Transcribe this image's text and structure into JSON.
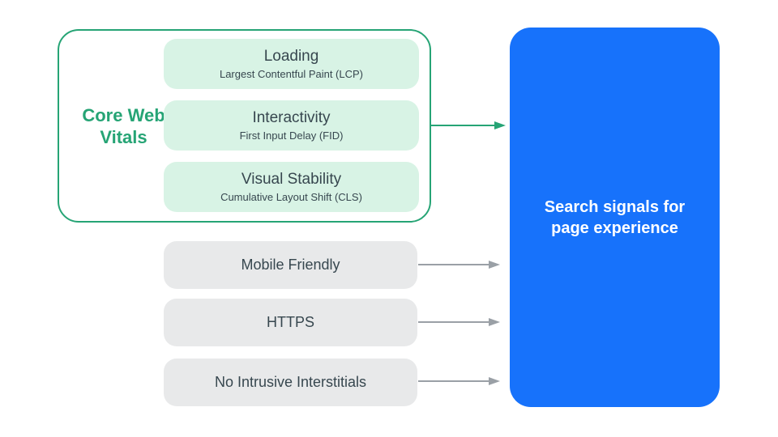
{
  "colors": {
    "green": "#26a475",
    "mint": "#d8f3e5",
    "pill-gray": "#e8e9ea",
    "arrow-gray": "#9aa0a6",
    "blue": "#1772fb",
    "text-dark": "#37474f"
  },
  "core_web_vitals": {
    "label": "Core Web Vitals",
    "items": [
      {
        "title": "Loading",
        "subtitle": "Largest Contentful Paint (LCP)"
      },
      {
        "title": "Interactivity",
        "subtitle": "First Input Delay (FID)"
      },
      {
        "title": "Visual Stability",
        "subtitle": "Cumulative Layout Shift (CLS)"
      }
    ]
  },
  "other_signals": [
    {
      "label": "Mobile Friendly"
    },
    {
      "label": "HTTPS"
    },
    {
      "label": "No Intrusive Interstitials"
    }
  ],
  "target": {
    "label": "Search signals for page experience"
  }
}
